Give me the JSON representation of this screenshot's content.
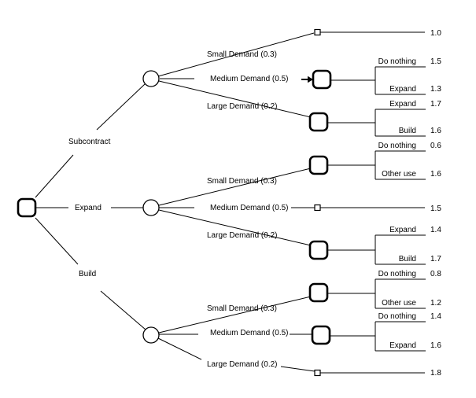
{
  "diagram": {
    "type": "decision-tree",
    "colors": {
      "line": "#000000",
      "highlight_line": "#7f7f7f",
      "background": "#ffffff"
    },
    "root_branches": [
      {
        "label": "Subcontract",
        "demand_branches": [
          {
            "label": "Small Demand (0.3)",
            "terminal_value": "1.0"
          },
          {
            "label": "Medium Demand (0.5)",
            "options": [
              {
                "label": "Do nothing",
                "value": "1.5"
              },
              {
                "label": "Expand",
                "value": "1.3"
              }
            ]
          },
          {
            "label": "Large Demand (0.2)",
            "options": [
              {
                "label": "Expand",
                "value": "1.7"
              },
              {
                "label": "Build",
                "value": "1.6"
              }
            ]
          }
        ]
      },
      {
        "label": "Expand",
        "demand_branches": [
          {
            "label": "Small Demand (0.3)",
            "options": [
              {
                "label": "Do nothing",
                "value": "0.6"
              },
              {
                "label": "Other use",
                "value": "1.6"
              }
            ]
          },
          {
            "label": "Medium Demand (0.5)",
            "terminal_value": "1.5"
          },
          {
            "label": "Large Demand (0.2)",
            "options": [
              {
                "label": "Expand",
                "value": "1.4"
              },
              {
                "label": "Build",
                "value": "1.7"
              }
            ]
          }
        ]
      },
      {
        "label": "Build",
        "demand_branches": [
          {
            "label": "Small Demand (0.3)",
            "options": [
              {
                "label": "Do nothing",
                "value": "0.8"
              },
              {
                "label": "Other use",
                "value": "1.2"
              }
            ]
          },
          {
            "label": "Medium Demand (0.5)",
            "options": [
              {
                "label": "Do nothing",
                "value": "1.4"
              },
              {
                "label": "Expand",
                "value": "1.6"
              }
            ]
          },
          {
            "label": "Large Demand (0.2)",
            "terminal_value": "1.8"
          }
        ]
      }
    ]
  }
}
